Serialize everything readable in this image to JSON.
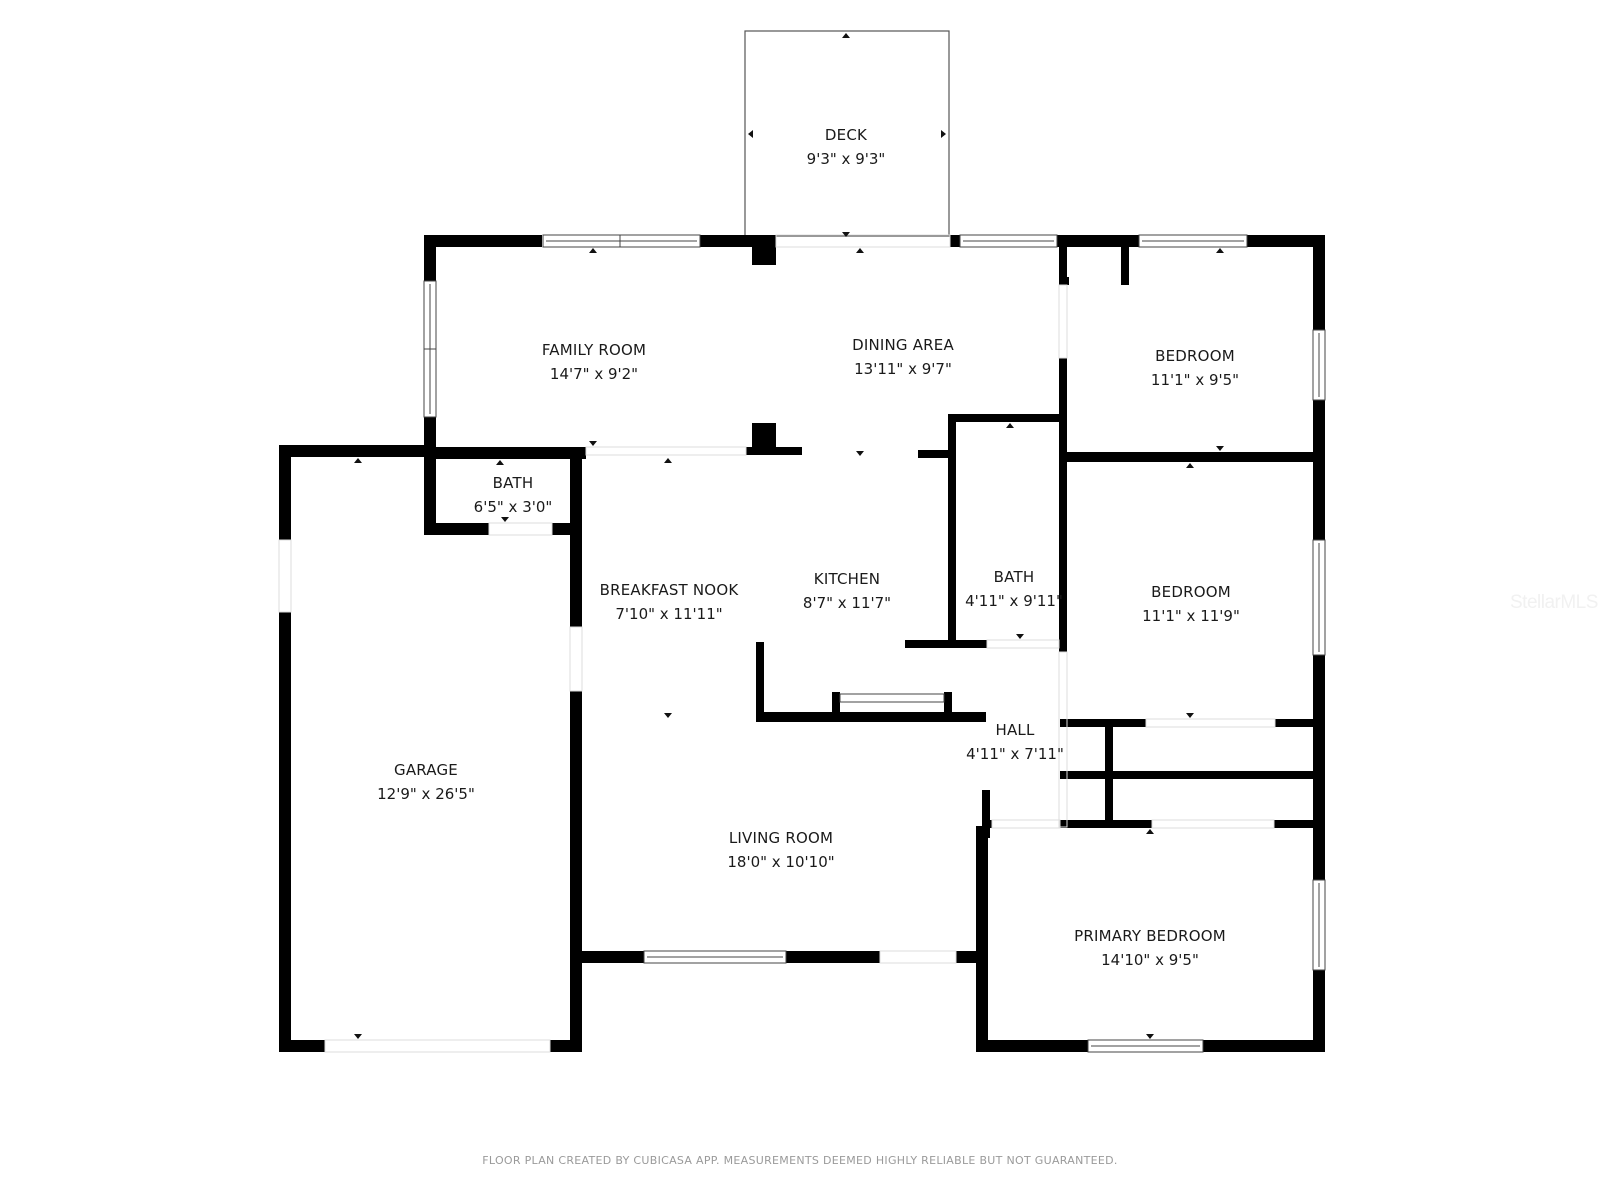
{
  "floorplan": {
    "colors": {
      "wall": "#000000",
      "background": "#ffffff",
      "text": "#1a1a1a",
      "footer": "#9a9a9a",
      "watermark": "#f1f1f1"
    },
    "rooms": [
      {
        "id": "deck",
        "name": "DECK",
        "dims": "9'3\" x 9'3\""
      },
      {
        "id": "family-room",
        "name": "FAMILY ROOM",
        "dims": "14'7\" x 9'2\""
      },
      {
        "id": "dining-area",
        "name": "DINING AREA",
        "dims": "13'11\" x 9'7\""
      },
      {
        "id": "bedroom-1",
        "name": "BEDROOM",
        "dims": "11'1\" x 9'5\""
      },
      {
        "id": "bath-1",
        "name": "BATH",
        "dims": "6'5\" x 3'0\""
      },
      {
        "id": "breakfast-nook",
        "name": "BREAKFAST NOOK",
        "dims": "7'10\" x 11'11\""
      },
      {
        "id": "kitchen",
        "name": "KITCHEN",
        "dims": "8'7\" x 11'7\""
      },
      {
        "id": "bath-2",
        "name": "BATH",
        "dims": "4'11\" x 9'11\""
      },
      {
        "id": "bedroom-2",
        "name": "BEDROOM",
        "dims": "11'1\" x 11'9\""
      },
      {
        "id": "hall",
        "name": "HALL",
        "dims": "4'11\" x 7'11\""
      },
      {
        "id": "garage",
        "name": "GARAGE",
        "dims": "12'9\" x 26'5\""
      },
      {
        "id": "living-room",
        "name": "LIVING ROOM",
        "dims": "18'0\" x 10'10\""
      },
      {
        "id": "primary-bedroom",
        "name": "PRIMARY BEDROOM",
        "dims": "14'10\" x 9'5\""
      }
    ]
  },
  "footer": {
    "disclaimer": "FLOOR PLAN CREATED BY CUBICASA APP. MEASUREMENTS DEEMED HIGHLY RELIABLE BUT NOT GUARANTEED."
  },
  "watermark": {
    "text": "StellarMLS"
  }
}
